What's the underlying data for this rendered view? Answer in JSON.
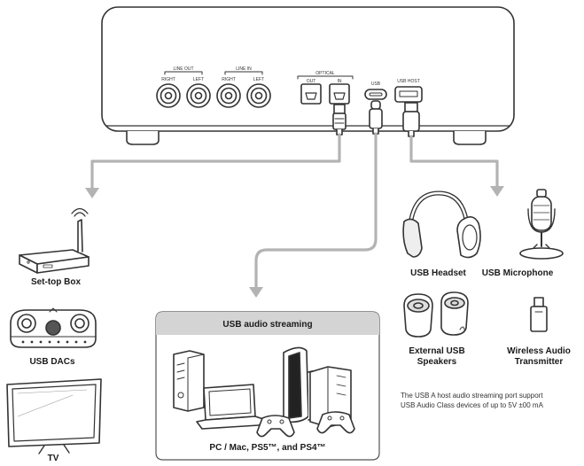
{
  "device": {
    "ports": {
      "line_out": "LINE OUT",
      "line_in": "LINE IN",
      "right": "RIGHT",
      "left": "LEFT",
      "optical": "OPTICAL",
      "optical_out": "OUT",
      "optical_in": "IN",
      "usb": "USB",
      "usb_host": "USB HOST"
    }
  },
  "labels": {
    "set_top_box": "Set-top Box",
    "usb_dacs": "USB DACs",
    "tv": "TV",
    "usb_headset": "USB Headset",
    "usb_microphone": "USB Microphone",
    "external_usb_speakers_line1": "External USB",
    "external_usb_speakers_line2": "Speakers",
    "wireless_audio_line1": "Wireless Audio",
    "wireless_audio_line2": "Transmitter"
  },
  "streaming": {
    "title": "USB audio streaming",
    "caption": "PC / Mac, PS5™, and PS4™"
  },
  "note": {
    "line1": "The USB A host audio streaming port support",
    "line2": "USB Audio Class devices of up to 5V ±00 mA"
  },
  "colors": {
    "line": "#b3b3b3",
    "outline": "#333333",
    "card_header": "#d4d4d4"
  }
}
